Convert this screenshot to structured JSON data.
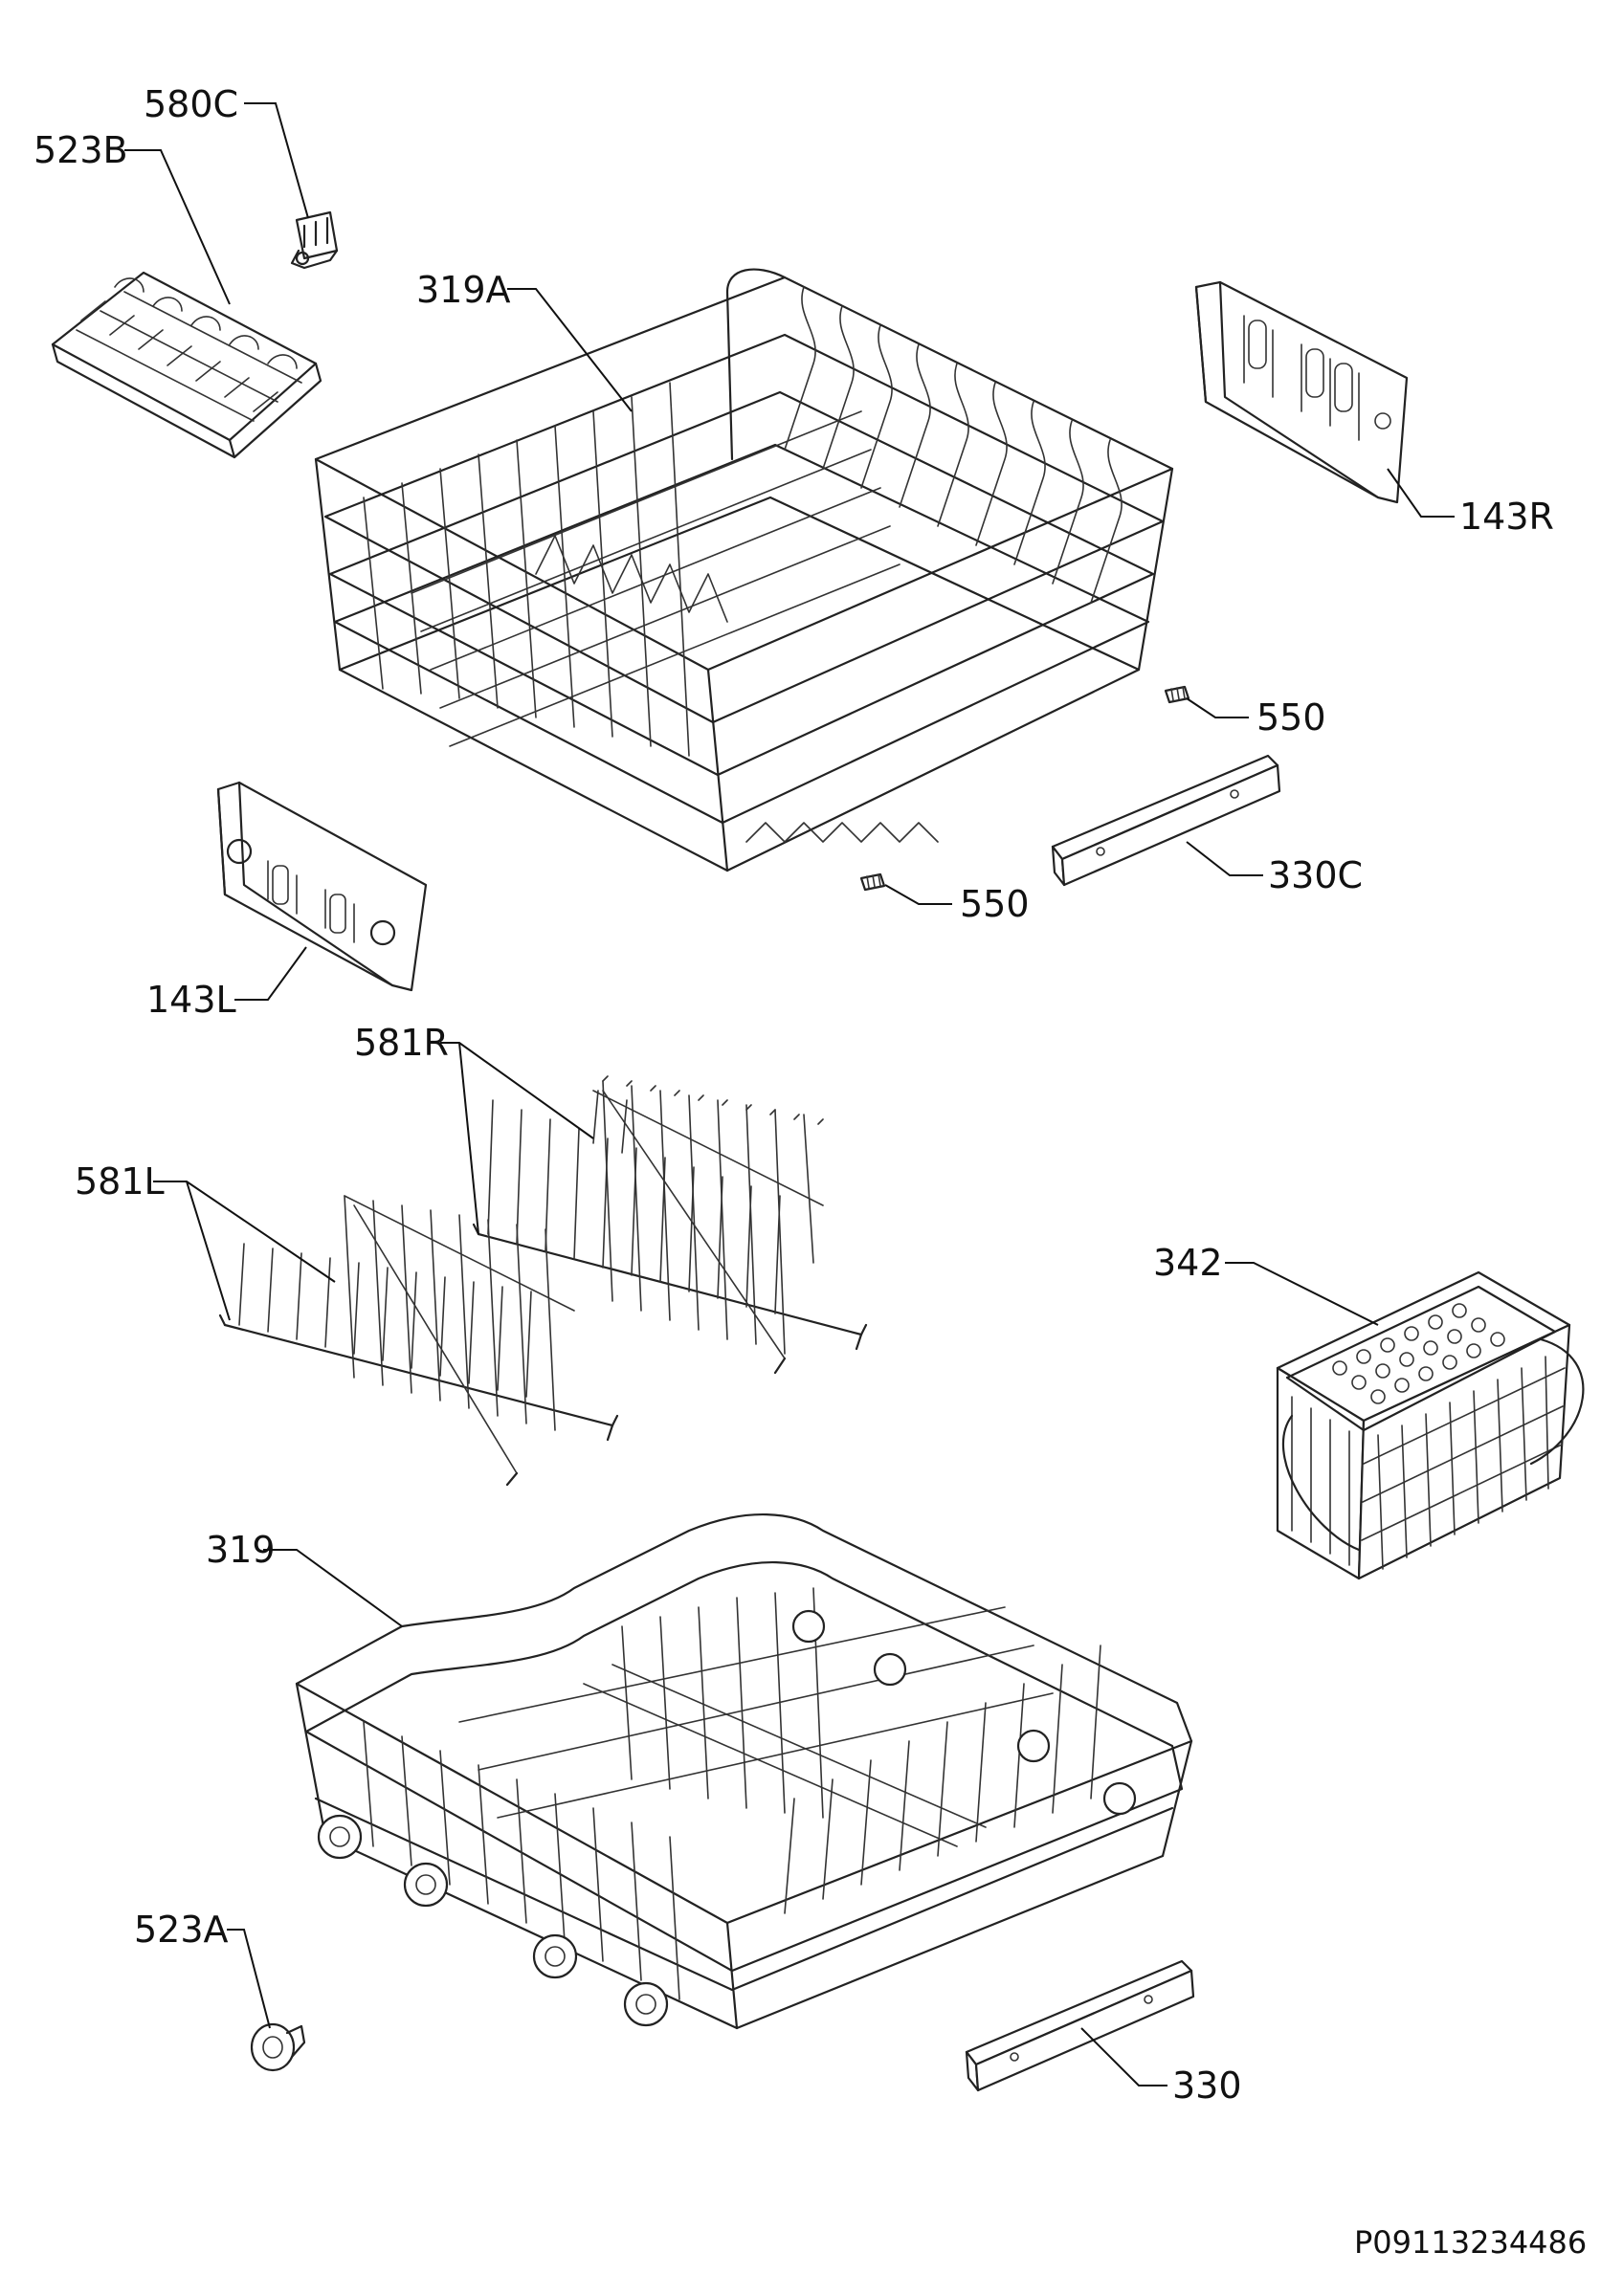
{
  "document": {
    "id": "P09113234486"
  },
  "labels": {
    "l580C": "580C",
    "l523B": "523B",
    "l319A": "319A",
    "l143R": "143R",
    "l550a": "550",
    "l550b": "550",
    "l330C": "330C",
    "l143L": "143L",
    "l581R": "581R",
    "l581L": "581L",
    "l342": "342",
    "l319": "319",
    "l523A": "523A",
    "l330": "330"
  },
  "colors": {
    "line": "#222222",
    "background": "#ffffff"
  }
}
